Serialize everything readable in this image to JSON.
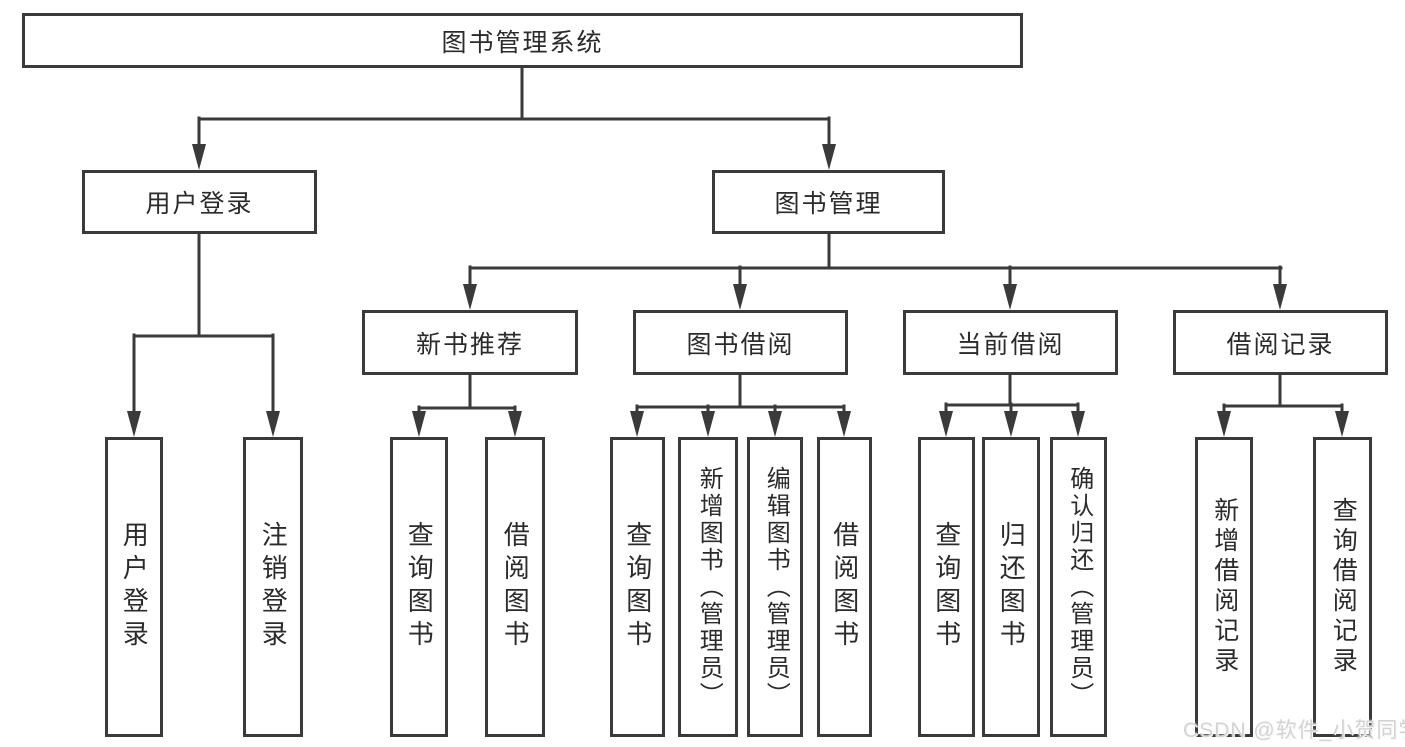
{
  "diagram": {
    "title": "图书管理系统",
    "colors": {
      "line": "#3a3a3a",
      "box_border": "#3a3a3a",
      "text": "#2b2b2b",
      "background": "#ffffff",
      "watermark": "#d3d3d3"
    },
    "nodes": {
      "root": "图书管理系统",
      "user_login": "用户登录",
      "book_mgmt": "图书管理",
      "new_book_recommend": "新书推荐",
      "book_borrow": "图书借阅",
      "current_borrow": "当前借阅",
      "borrow_records": "借阅记录",
      "leaf_user_login": "用户登录",
      "leaf_logout": "注销登录",
      "rec_query_books": "查询图书",
      "rec_borrow_books": "借阅图书",
      "bb_query_books": "查询图书",
      "bb_add_books_admin": "新增图书（管理员）",
      "bb_edit_books_admin": "编辑图书（管理员）",
      "bb_borrow_books": "借阅图书",
      "cb_query_books": "查询图书",
      "cb_return_books": "归还图书",
      "cb_confirm_return_admin": "确认归还（管理员）",
      "br_add_record": "新增借阅记录",
      "br_query_record": "查询借阅记录"
    },
    "watermark": "CSDN @软件_小贺同学"
  }
}
